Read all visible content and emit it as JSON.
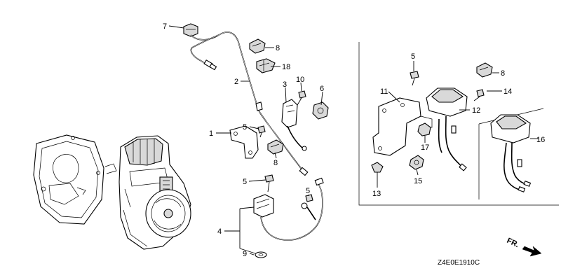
{
  "diagram": {
    "code": "Z4E0E1910C",
    "direction_label": "FR."
  },
  "callouts": [
    {
      "id": "c7a",
      "text": "7"
    },
    {
      "id": "c8a",
      "text": "8"
    },
    {
      "id": "c18",
      "text": "18"
    },
    {
      "id": "c2",
      "text": "2"
    },
    {
      "id": "c10",
      "text": "10"
    },
    {
      "id": "c3",
      "text": "3"
    },
    {
      "id": "c6",
      "text": "6"
    },
    {
      "id": "c1",
      "text": "1"
    },
    {
      "id": "c5a",
      "text": "5"
    },
    {
      "id": "c8b",
      "text": "8"
    },
    {
      "id": "c5b",
      "text": "5"
    },
    {
      "id": "c5c",
      "text": "5"
    },
    {
      "id": "c4",
      "text": "4"
    },
    {
      "id": "c9",
      "text": "9"
    },
    {
      "id": "c5d",
      "text": "5"
    },
    {
      "id": "c8c",
      "text": "8"
    },
    {
      "id": "c11",
      "text": "11"
    },
    {
      "id": "c14",
      "text": "14"
    },
    {
      "id": "c12",
      "text": "12"
    },
    {
      "id": "c17",
      "text": "17"
    },
    {
      "id": "c16",
      "text": "16"
    },
    {
      "id": "c13",
      "text": "13"
    },
    {
      "id": "c15",
      "text": "15"
    }
  ]
}
